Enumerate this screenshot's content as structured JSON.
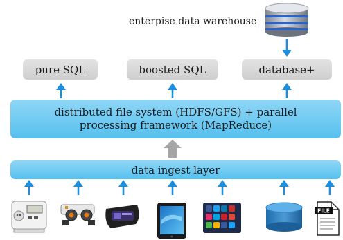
{
  "diagram": {
    "warehouse_label": "enterpise data warehouse",
    "sql_boxes": [
      "pure SQL",
      "boosted SQL",
      "database+"
    ],
    "framework_line1": "distributed file system (HDFS/GFS) + parallel",
    "framework_line2": "processing framework (MapReduce)",
    "ingest_label": "data ingest layer",
    "file_icon_text": "FILE",
    "sources": [
      "energy-meter",
      "robot-sensor",
      "fitness-band",
      "tablet",
      "social-media",
      "database",
      "file"
    ],
    "colors": {
      "arrow": "#1c8fdc",
      "blue_box": "#6ccaf3",
      "grey_box": "#d9d9d9",
      "up_arrow": "#a6a6a6"
    }
  }
}
